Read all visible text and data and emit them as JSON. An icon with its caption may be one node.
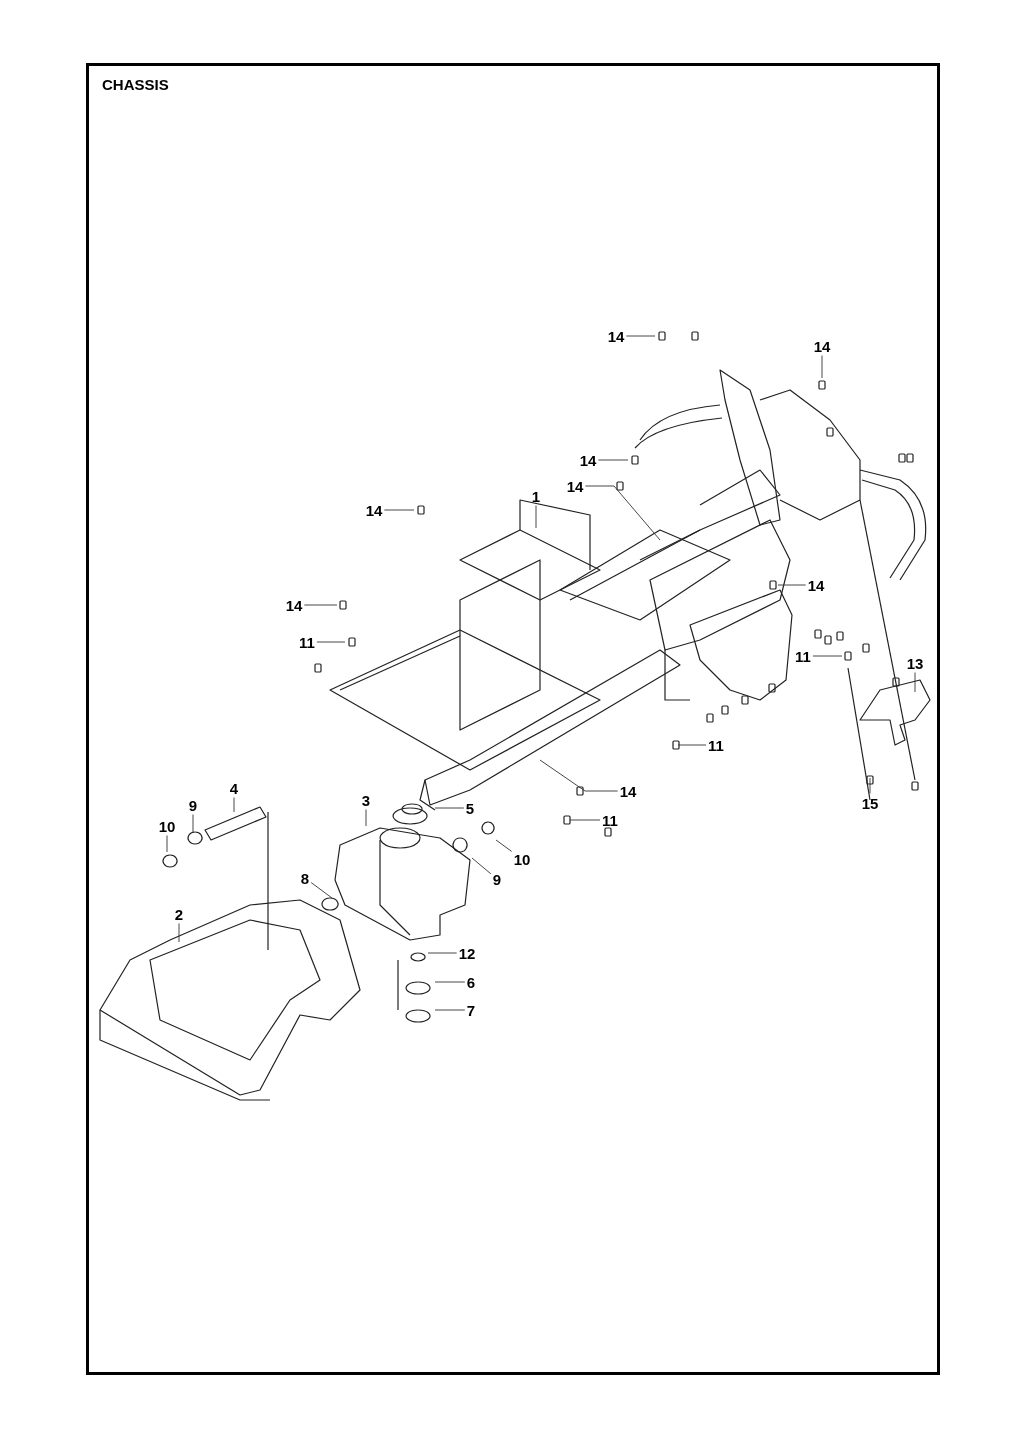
{
  "diagram": {
    "title": "CHASSIS",
    "nodes": [
      {
        "text": [
          "14"
        ]
      },
      {
        "text": [
          "14"
        ]
      },
      {
        "text": [
          "14"
        ]
      },
      {
        "text": [
          "14"
        ]
      },
      {
        "text": [
          "1"
        ]
      },
      {
        "text": [
          "14"
        ]
      },
      {
        "text": [
          "14"
        ]
      },
      {
        "text": [
          "14"
        ]
      },
      {
        "text": [
          "11"
        ]
      },
      {
        "text": [
          "11"
        ]
      },
      {
        "text": [
          "13"
        ]
      },
      {
        "text": [
          "11"
        ]
      },
      {
        "text": [
          "14"
        ]
      },
      {
        "text": [
          "15"
        ]
      },
      {
        "text": [
          "4"
        ]
      },
      {
        "text": [
          "3"
        ]
      },
      {
        "text": [
          "9"
        ]
      },
      {
        "text": [
          "5"
        ]
      },
      {
        "text": [
          "10"
        ]
      },
      {
        "text": [
          "11"
        ]
      },
      {
        "text": [
          "10"
        ]
      },
      {
        "text": [
          "8"
        ]
      },
      {
        "text": [
          "9"
        ]
      },
      {
        "text": [
          "2"
        ]
      },
      {
        "text": [
          "12"
        ]
      },
      {
        "text": [
          "6"
        ]
      },
      {
        "text": [
          "7"
        ]
      }
    ],
    "edges": [
      {
        "from": 0,
        "to": null,
        "arrow": "none"
      },
      {
        "from": 1,
        "to": null,
        "arrow": "none"
      },
      {
        "from": 2,
        "to": null,
        "arrow": "none"
      },
      {
        "from": 3,
        "to": null,
        "arrow": "none"
      },
      {
        "from": 4,
        "to": null,
        "arrow": "none"
      },
      {
        "from": 5,
        "to": null,
        "arrow": "none"
      },
      {
        "from": 6,
        "to": null,
        "arrow": "none"
      },
      {
        "from": 7,
        "to": null,
        "arrow": "none"
      },
      {
        "from": 8,
        "to": null,
        "arrow": "none"
      },
      {
        "from": 9,
        "to": null,
        "arrow": "none"
      },
      {
        "from": 10,
        "to": null,
        "arrow": "none"
      },
      {
        "from": 11,
        "to": null,
        "arrow": "none"
      },
      {
        "from": 12,
        "to": null,
        "arrow": "none"
      },
      {
        "from": 13,
        "to": null,
        "arrow": "none"
      },
      {
        "from": 14,
        "to": null,
        "arrow": "none"
      },
      {
        "from": 15,
        "to": null,
        "arrow": "none"
      },
      {
        "from": 16,
        "to": null,
        "arrow": "none"
      },
      {
        "from": 17,
        "to": null,
        "arrow": "none"
      },
      {
        "from": 18,
        "to": null,
        "arrow": "none"
      },
      {
        "from": 19,
        "to": null,
        "arrow": "none"
      },
      {
        "from": 20,
        "to": null,
        "arrow": "none"
      },
      {
        "from": 21,
        "to": null,
        "arrow": "none"
      },
      {
        "from": 22,
        "to": null,
        "arrow": "none"
      },
      {
        "from": 23,
        "to": null,
        "arrow": "none"
      },
      {
        "from": 24,
        "to": null,
        "arrow": "none"
      },
      {
        "from": 25,
        "to": null,
        "arrow": "none"
      },
      {
        "from": 26,
        "to": null,
        "arrow": "none"
      }
    ]
  }
}
